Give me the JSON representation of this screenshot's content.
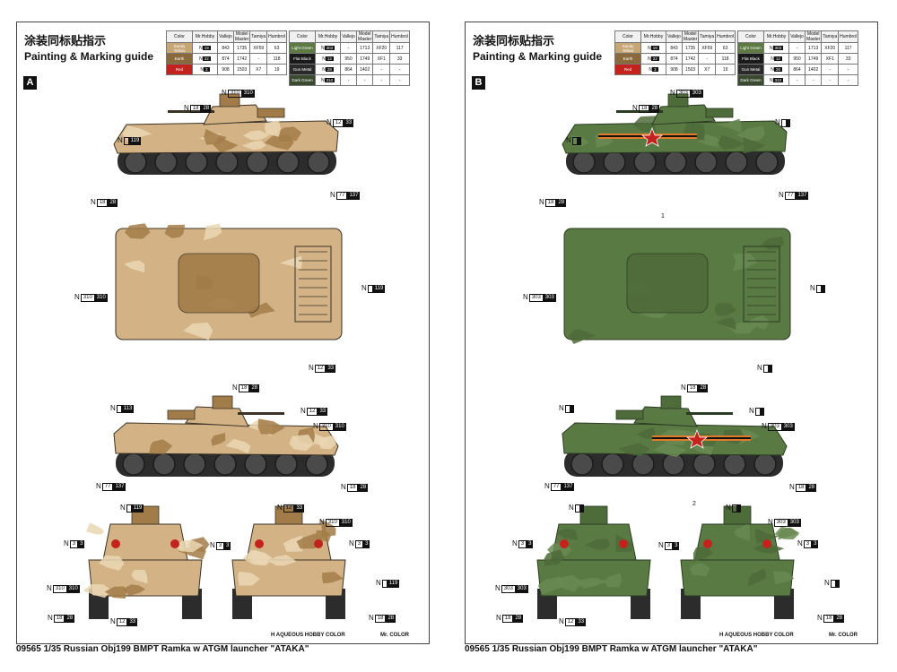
{
  "title_cn": "涂装同标贴指示",
  "title_en": "Painting & Marking guide",
  "color_table": {
    "headers": [
      "Color",
      "Mr.Hobby",
      "Vallejo",
      "Model Master",
      "Tamiya",
      "Humbrol"
    ],
    "left_rows": [
      {
        "color": "Sandy Yellow",
        "swatch_color": "#c7a676",
        "mr_hobby": "19",
        "vallejo": "843",
        "model_master": "1735",
        "tamiya": "XF59",
        "humbrol": "63"
      },
      {
        "color": "Earth",
        "swatch_color": "#8a6a3a",
        "mr_hobby": "22",
        "vallejo": "874",
        "model_master": "1742",
        "tamiya": "-",
        "humbrol": "118"
      },
      {
        "color": "Red",
        "swatch_color": "#c4231d",
        "mr_hobby": "3",
        "vallejo": "908",
        "model_master": "1503",
        "tamiya": "X7",
        "humbrol": "19"
      }
    ],
    "right_rows": [
      {
        "color": "Light Green",
        "swatch_color": "#5d7a42",
        "mr_hobby": "303",
        "vallejo": "-",
        "model_master": "1713",
        "tamiya": "XF20",
        "humbrol": "117"
      },
      {
        "color": "Flat Black",
        "swatch_color": "#1a1a1a",
        "mr_hobby": "12",
        "vallejo": "950",
        "model_master": "1749",
        "tamiya": "XF1",
        "humbrol": "33"
      },
      {
        "color": "Gun Metal",
        "swatch_color": "#2a2a2a",
        "mr_hobby": "28",
        "vallejo": "864",
        "model_master": "1402",
        "tamiya": "-",
        "humbrol": "-"
      },
      {
        "color": "Dark Green",
        "swatch_color": "#3a4a30",
        "mr_hobby": "310",
        "vallejo": "-",
        "model_master": "-",
        "tamiya": "-",
        "humbrol": "-"
      }
    ]
  },
  "panels": [
    {
      "badge": "A",
      "scheme": "desert",
      "colors": {
        "base": "#d3b386",
        "cam1": "#a27c48",
        "cam2": "#ead7b4",
        "dark": "#3b3226",
        "track": "#2c2c2c"
      },
      "callouts": {
        "side_turret": {
          "n": "N",
          "b1": "310",
          "b2": "310"
        },
        "side_gun": {
          "n": "N",
          "b1": "18",
          "b2": "28"
        },
        "side_front": {
          "n": "N",
          "b1": "",
          "b2": "119"
        },
        "side_rear": {
          "n": "N",
          "b1": "12",
          "b2": "33"
        },
        "side_lower_front": {
          "n": "N",
          "b1": "18",
          "b2": "28"
        },
        "side_lower_rear": {
          "n": "N",
          "b1": "77",
          "b2": "137"
        },
        "top_left": {
          "n": "N",
          "b1": "310",
          "b2": "310"
        },
        "top_right": {
          "n": "N",
          "b1": "",
          "b2": "119"
        },
        "top_bottom": {
          "n": "N",
          "b1": "12",
          "b2": "33"
        },
        "s2_top": {
          "n": "N",
          "b1": "18",
          "b2": "28"
        },
        "s2_left": {
          "n": "N",
          "b1": "",
          "b2": "113"
        },
        "s2_mid": {
          "n": "N",
          "b1": "12",
          "b2": "33"
        },
        "s2_right": {
          "n": "N",
          "b1": "310",
          "b2": "310"
        },
        "s2_lower_left": {
          "n": "N",
          "b1": "77",
          "b2": "137"
        },
        "s2_lower_right": {
          "n": "N",
          "b1": "18",
          "b2": "28"
        },
        "f_top": {
          "n": "N",
          "b1": "",
          "b2": "119"
        },
        "f_left": {
          "n": "N",
          "b1": "3",
          "b2": "3"
        },
        "f_mid": {
          "n": "N",
          "b1": "3",
          "b2": "3"
        },
        "f_lower_left": {
          "n": "N",
          "b1": "310",
          "b2": "310"
        },
        "f_bottom_left": {
          "n": "N",
          "b1": "18",
          "b2": "28"
        },
        "f_bottom_mid": {
          "n": "N",
          "b1": "12",
          "b2": "33"
        },
        "r_top1": {
          "n": "N",
          "b1": "12",
          "b2": "33"
        },
        "r_top2": {
          "n": "N",
          "b1": "310",
          "b2": "310"
        },
        "r_right": {
          "n": "N",
          "b1": "3",
          "b2": "3"
        },
        "r_mid_right": {
          "n": "N",
          "b1": "",
          "b2": "119"
        },
        "r_bottom": {
          "n": "N",
          "b1": "18",
          "b2": "28"
        }
      },
      "markers": []
    },
    {
      "badge": "B",
      "scheme": "green",
      "colors": {
        "base": "#5a7a43",
        "cam1": "#4e6b3a",
        "cam2": "#6a8a52",
        "dark": "#2b3a22",
        "track": "#2c2c2c"
      },
      "callouts": {
        "side_turret": {
          "n": "N",
          "b1": "303",
          "b2": "303"
        },
        "side_gun": {
          "n": "N",
          "b1": "18",
          "b2": "28"
        },
        "side_front": {
          "n": "N",
          "b1": "",
          "b2": ""
        },
        "side_rear": {
          "n": "N",
          "b1": "",
          "b2": ""
        },
        "side_lower_front": {
          "n": "N",
          "b1": "18",
          "b2": "28"
        },
        "side_lower_rear": {
          "n": "N",
          "b1": "77",
          "b2": "137"
        },
        "top_left": {
          "n": "N",
          "b1": "303",
          "b2": "303"
        },
        "top_right": {
          "n": "N",
          "b1": "",
          "b2": ""
        },
        "top_bottom": {
          "n": "N",
          "b1": "",
          "b2": ""
        },
        "s2_top": {
          "n": "N",
          "b1": "18",
          "b2": "28"
        },
        "s2_left": {
          "n": "N",
          "b1": "",
          "b2": ""
        },
        "s2_mid": {
          "n": "N",
          "b1": "",
          "b2": ""
        },
        "s2_right": {
          "n": "N",
          "b1": "303",
          "b2": "303"
        },
        "s2_lower_left": {
          "n": "N",
          "b1": "77",
          "b2": "137"
        },
        "s2_lower_right": {
          "n": "N",
          "b1": "18",
          "b2": "28"
        },
        "f_top": {
          "n": "N",
          "b1": "",
          "b2": ""
        },
        "f_left": {
          "n": "N",
          "b1": "3",
          "b2": "3"
        },
        "f_mid": {
          "n": "N",
          "b1": "3",
          "b2": "3"
        },
        "f_lower_left": {
          "n": "N",
          "b1": "303",
          "b2": "303"
        },
        "f_bottom_left": {
          "n": "N",
          "b1": "18",
          "b2": "28"
        },
        "f_bottom_mid": {
          "n": "N",
          "b1": "12",
          "b2": "33"
        },
        "r_top1": {
          "n": "N",
          "b1": "",
          "b2": ""
        },
        "r_top2": {
          "n": "N",
          "b1": "303",
          "b2": "303"
        },
        "r_right": {
          "n": "N",
          "b1": "3",
          "b2": "3"
        },
        "r_mid_right": {
          "n": "N",
          "b1": "",
          "b2": ""
        },
        "r_bottom": {
          "n": "N",
          "b1": "18",
          "b2": "28"
        }
      },
      "markers": [
        "1",
        "2"
      ]
    }
  ],
  "footer_notes": [
    "H AQUEOUS HOBBY COLOR",
    "Mr. COLOR"
  ],
  "footer_title": "09565  1/35  Russian Obj199 BMPT Ramka w ATGM launcher \"ATAKA\""
}
